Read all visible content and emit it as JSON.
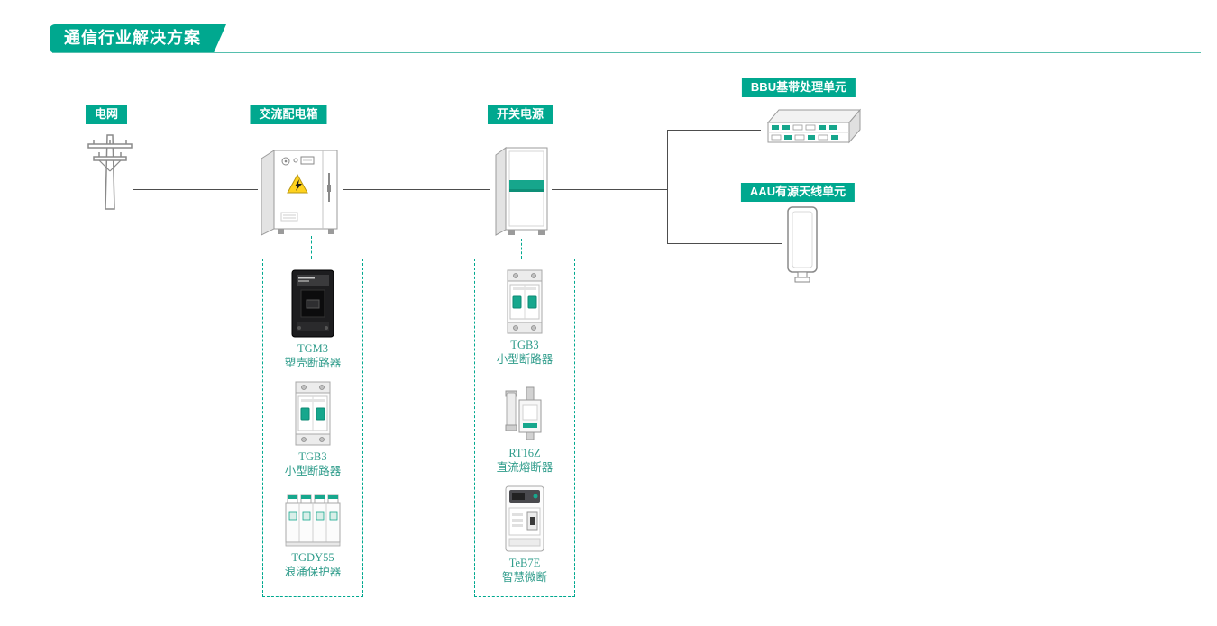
{
  "title": {
    "text": "通信行业解决方案"
  },
  "colors": {
    "accent": "#00a88f",
    "line": "#4d4d4d",
    "rule": "#56bfae",
    "product_text": "#2f9c8b",
    "warning": "#ffd21e"
  },
  "nodes": {
    "grid": {
      "label": "电网"
    },
    "distribution_box": {
      "label": "交流配电箱"
    },
    "power_supply": {
      "label": "开关电源"
    },
    "bbu": {
      "label": "BBU基带处理单元"
    },
    "aau": {
      "label": "AAU有源天线单元"
    }
  },
  "product_groups": [
    {
      "products": [
        {
          "name": "TGM3",
          "desc": "塑壳断路器"
        },
        {
          "name": "TGB3",
          "desc": "小型断路器"
        },
        {
          "name": "TGDY55",
          "desc": "浪涌保护器"
        }
      ]
    },
    {
      "products": [
        {
          "name": "TGB3",
          "desc": "小型断路器"
        },
        {
          "name": "RT16Z",
          "desc": "直流熔断器"
        },
        {
          "name": "TeB7E",
          "desc": "智慧微断"
        }
      ]
    }
  ]
}
